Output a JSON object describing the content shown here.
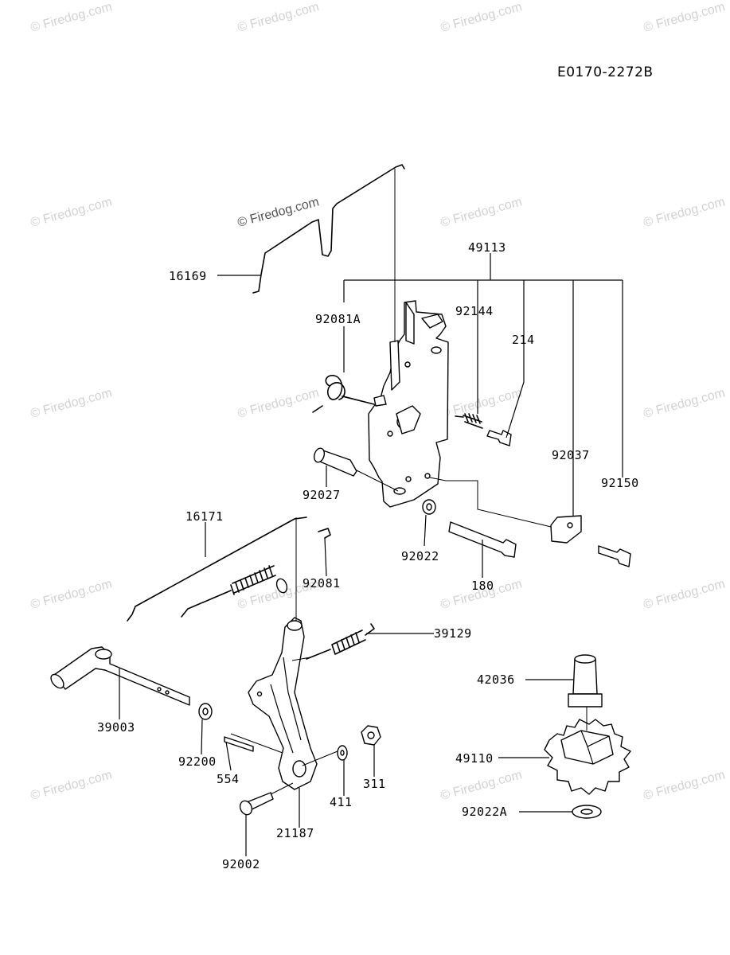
{
  "drawing_code": "E0170-2272B",
  "watermark_text": "© Firedog.com",
  "watermark_featured": "© Firedog.com",
  "parts": {
    "p16169": "16169",
    "p49113": "49113",
    "p92081A": "92081A",
    "p92144": "92144",
    "p214": "214",
    "p92037": "92037",
    "p92150": "92150",
    "p92027": "92027",
    "p92022": "92022",
    "p180": "180",
    "p16171": "16171",
    "p92081": "92081",
    "p39129": "39129",
    "p42036": "42036",
    "p39003": "39003",
    "p92200": "92200",
    "p554": "554",
    "p411": "411",
    "p311": "311",
    "p21187": "21187",
    "p92002": "92002",
    "p49110": "49110",
    "p92022A": "92022A"
  }
}
